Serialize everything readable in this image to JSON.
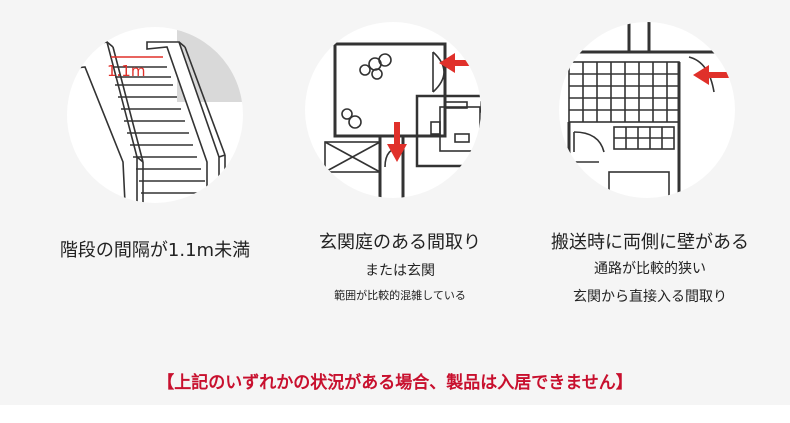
{
  "panels": [
    {
      "icon": "stairs-icon",
      "measure": "1.1m",
      "lines": [
        "階段の間隔が1.1m未満"
      ]
    },
    {
      "icon": "entrance-floorplan-icon",
      "lines": [
        "玄関庭のある間取り",
        "または玄関",
        "範囲が比較的混雑している"
      ]
    },
    {
      "icon": "narrow-passage-icon",
      "lines": [
        "搬送時に両側に壁がある",
        "通路が比較的狭い",
        "玄関から直接入る間取り"
      ]
    }
  ],
  "notice": "【上記のいずれかの状況がある場合、製品は入居できません】",
  "colors": {
    "arrow": "#e0302a",
    "notice": "#c8102e",
    "line": "#333333"
  }
}
